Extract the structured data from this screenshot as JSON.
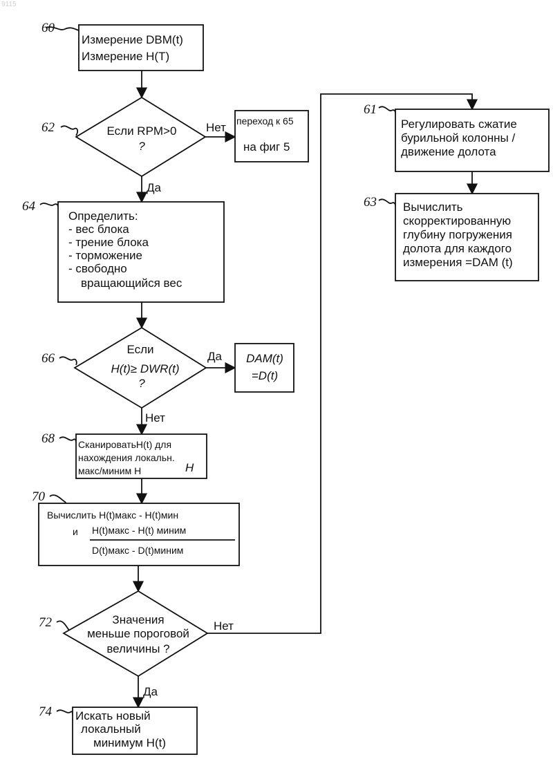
{
  "corner_mark": "9115",
  "nodes": {
    "n60": {
      "ref": "60",
      "lines": [
        "Измерение DBM(t)",
        "Измерение H(T)"
      ]
    },
    "n62": {
      "ref": "62",
      "lines": [
        "Если RPM>0",
        "?"
      ]
    },
    "goto65": {
      "lines": [
        "переход к 65",
        "на фиг 5"
      ]
    },
    "n64": {
      "ref": "64",
      "lines": [
        "Определить:",
        "- вес блока",
        "- трение блока",
        "- торможение",
        "- свободно",
        "вращающийся вес"
      ]
    },
    "n66": {
      "ref": "66",
      "lines": [
        "Если",
        "H(t)≥ DWR(t)",
        "?"
      ]
    },
    "dam": {
      "lines": [
        "DAM(t)",
        "=D(t)"
      ]
    },
    "n68": {
      "ref": "68",
      "lines": [
        "СканироватьH(t) для",
        "нахождения локальн.",
        "макс/миним  H"
      ],
      "overlay": "H"
    },
    "n70": {
      "ref": "70",
      "line1": "Вычислить  H(t)макс - H(t)мин",
      "line2_prefix": "и",
      "numerator": "H(t)макс - H(t) миним",
      "denominator": "D(t)макс - D(t)миним"
    },
    "n72": {
      "ref": "72",
      "lines": [
        "Значения",
        "меньше пороговой",
        "величины ?"
      ]
    },
    "n74": {
      "ref": "74",
      "lines": [
        "Искать новый",
        "локальный",
        "минимум  H(t)"
      ]
    },
    "n61": {
      "ref": "61",
      "lines": [
        "Регулировать сжатие",
        "бурильной колонны /",
        "движение долота"
      ]
    },
    "n63": {
      "ref": "63",
      "lines": [
        "Вычислить",
        "скорректированную",
        "глубину погружения",
        "долота для каждого",
        "измерения =DAM (t)"
      ]
    }
  },
  "edges": {
    "e62_no": "Нет",
    "e62_yes": "Да",
    "e66_yes": "Да",
    "e66_no": "Нет",
    "e72_no": "Нет",
    "e72_yes": "Да"
  }
}
